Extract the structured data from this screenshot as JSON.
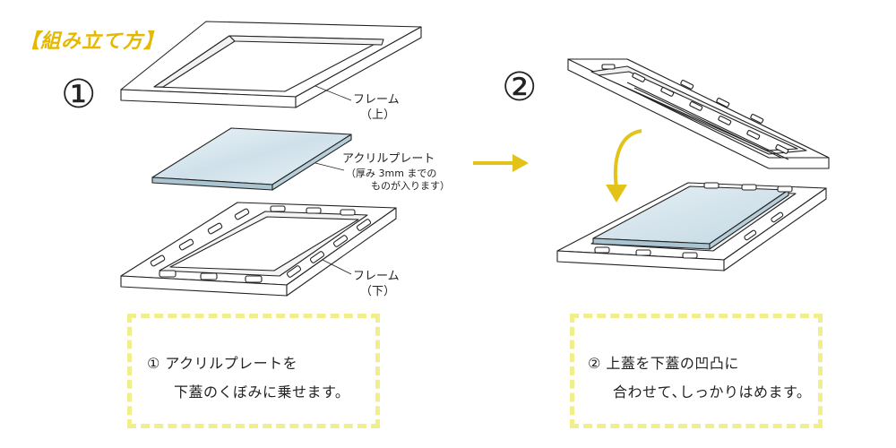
{
  "title": "【組み立て方】",
  "steps": [
    {
      "number": "①",
      "parts": {
        "frame_top": {
          "name": "フレーム",
          "sub": "（上）"
        },
        "plate": {
          "name": "アクリルプレート",
          "note_1": "（厚み 3mm までの",
          "note_2": "ものが入ります）"
        },
        "frame_bottom": {
          "name": "フレーム",
          "sub": "（下）"
        }
      },
      "caption": {
        "line1": "①  アクリルプレートを",
        "line2": "下蓋のくぼみに乗せます。"
      }
    },
    {
      "number": "②",
      "caption": {
        "line1": "②  上蓋を下蓋の凹凸に",
        "line2": "合わせて､しっかりはめます。"
      }
    }
  ],
  "colors": {
    "accent": "#e6b800",
    "arrow": "#e3c31a",
    "note_border": "#f1ee8c",
    "acrylic": "#cfe0ea",
    "line": "#222222"
  }
}
